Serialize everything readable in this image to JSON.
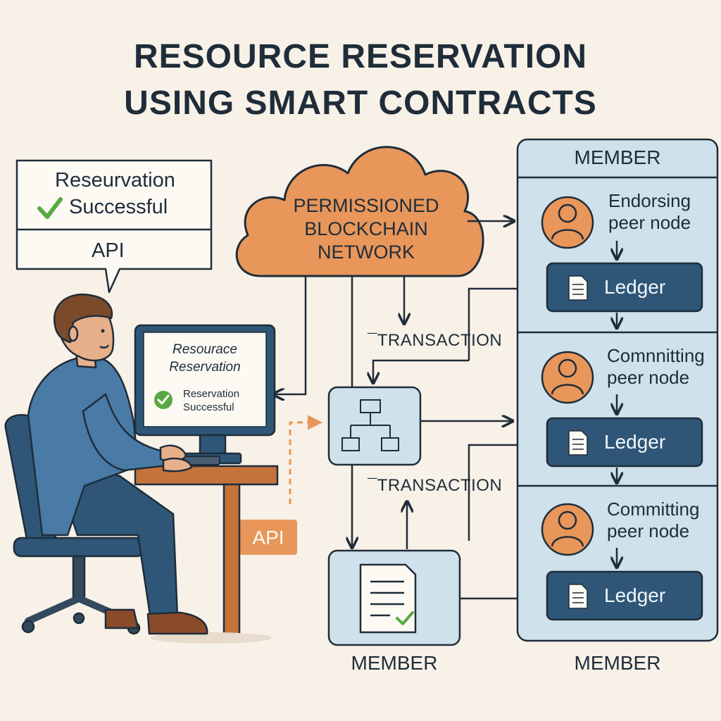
{
  "title": {
    "line1": "RESOURCE RESERVATION",
    "line2": "USING SMART CONTRACTS"
  },
  "bubble": {
    "line1": "Reseurvation",
    "line2": "Successful",
    "api": "API"
  },
  "monitor": {
    "line1": "Resourace",
    "line2": "Reservation",
    "status1": "Reservation",
    "status2": "Successful"
  },
  "api_tag": "API",
  "cloud": {
    "line1": "PERMISSIONED",
    "line2": "BLOCKCHAIN",
    "line3": "NETWORK"
  },
  "transactions": [
    "¯TRANSACTION",
    "¯TRANSACTION"
  ],
  "bottom_member": "MEMBER",
  "right_panel": {
    "header": "MEMBER",
    "footer": "MEMBER",
    "peers": [
      {
        "line1": "Endorsing",
        "line2": "peer node",
        "ledger": "Ledger"
      },
      {
        "line1": "Comnnitting",
        "line2": "peer node",
        "ledger": "Ledger"
      },
      {
        "line1": "Committing",
        "line2": "peer node",
        "ledger": "Ledger"
      }
    ]
  },
  "colors": {
    "background": "#f8f1e7",
    "orange": "#e8965a",
    "dark_blue": "#2f5677",
    "light_blue": "#cfe1ea",
    "check_green": "#5aa844",
    "wood": "#c4733a",
    "shirt": "#4a7aa6"
  }
}
